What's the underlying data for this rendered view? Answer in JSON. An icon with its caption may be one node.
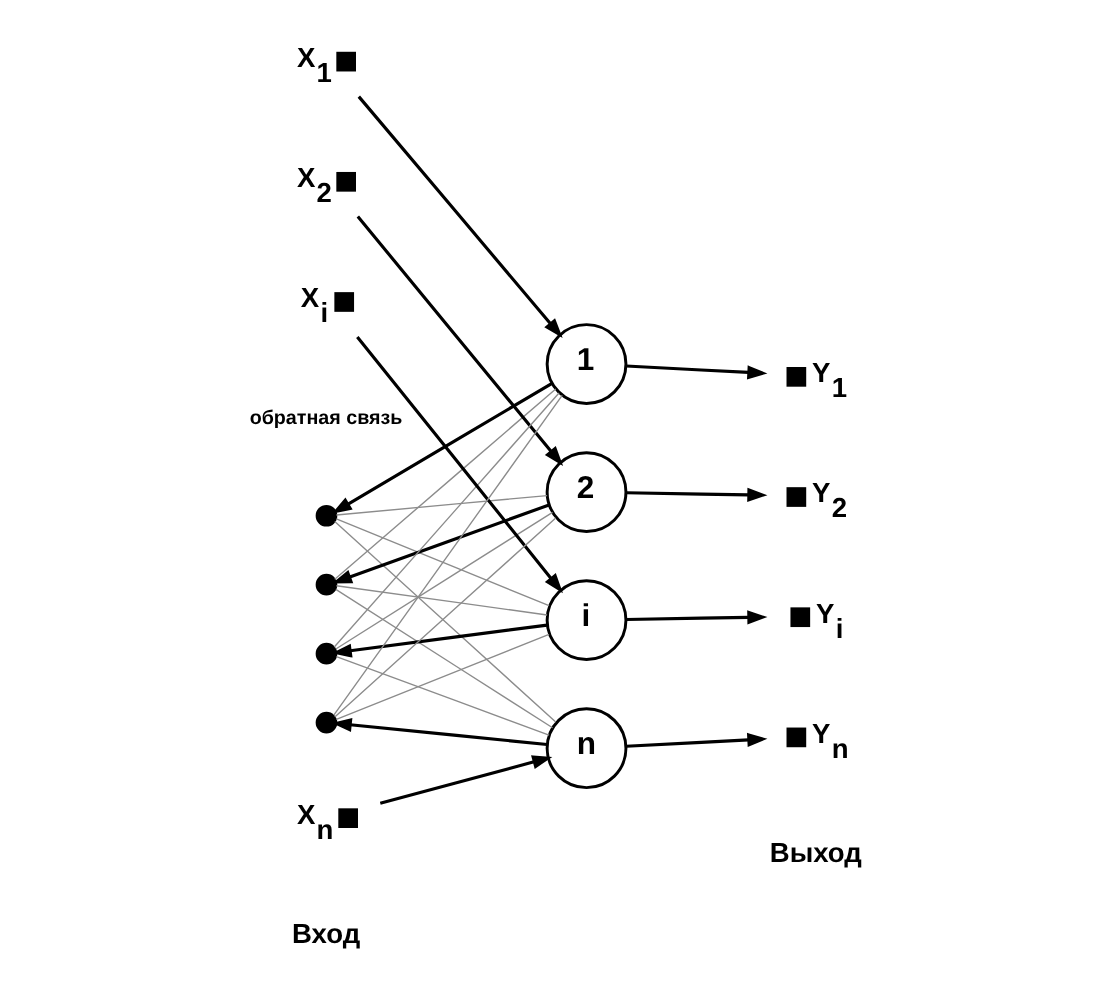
{
  "diagram": {
    "nodes": [
      {
        "text": [],
        "shape": "circle"
      },
      {
        "text": [],
        "shape": "box",
        "beside": [
          "X$_{1}$"
        ]
      },
      {
        "text": [
          "1"
        ]
      },
      {
        "text": [],
        "shape": "box",
        "beside": [
          "Y$_{1}$"
        ]
      },
      {
        "text": [],
        "shape": "circle"
      },
      {
        "text": [],
        "shape": "box",
        "beside": [
          "X$_{2}$"
        ]
      },
      {
        "text": [
          "2"
        ]
      },
      {
        "text": [],
        "shape": "box",
        "beside": [
          "Y$_{2}$"
        ]
      },
      {
        "text": [],
        "shape": "circle"
      },
      {
        "text": [],
        "shape": "box",
        "beside": [
          "X$_{i}$"
        ]
      },
      {
        "text": [
          "i"
        ]
      },
      {
        "text": [],
        "shape": "box",
        "beside": [
          "Y$_{i}$"
        ]
      },
      {
        "text": [],
        "shape": "circle"
      },
      {
        "text": [],
        "shape": "box",
        "beside": [
          "X$_{n}$"
        ]
      },
      {
        "text": [
          "n"
        ]
      },
      {
        "text": [],
        "shape": "box",
        "beside": [
          "Y$_{n}$"
        ]
      }
    ],
    "edges": [
      {
        "from": 1,
        "to": 2,
        "arrow": "to"
      },
      {
        "from": 2,
        "to": 3,
        "arrow": "to"
      },
      {
        "from": 2,
        "to": 0,
        "arrow": "to"
      },
      {
        "from": 5,
        "to": 6,
        "arrow": "to"
      },
      {
        "from": 6,
        "to": 7,
        "arrow": "to"
      },
      {
        "from": 6,
        "to": 4,
        "arrow": "to"
      },
      {
        "from": 9,
        "to": 10,
        "arrow": "to"
      },
      {
        "from": 10,
        "to": 11,
        "arrow": "to"
      },
      {
        "from": 10,
        "to": 8,
        "arrow": "to"
      },
      {
        "from": 13,
        "to": 14,
        "arrow": "to"
      },
      {
        "from": 14,
        "to": 15,
        "arrow": "to"
      },
      {
        "from": 14,
        "to": 12,
        "arrow": "to"
      },
      {
        "from": 0,
        "to": 6,
        "arrow": "none",
        "color": "#8c8c8c"
      },
      {
        "from": 0,
        "to": 10,
        "arrow": "none",
        "color": "#8c8c8c"
      },
      {
        "from": 0,
        "to": 14,
        "arrow": "none",
        "color": "#8c8c8c"
      },
      {
        "from": 4,
        "to": 2,
        "arrow": "none",
        "color": "#8c8c8c"
      },
      {
        "from": 4,
        "to": 10,
        "arrow": "none",
        "color": "#8c8c8c"
      },
      {
        "from": 4,
        "to": 14,
        "arrow": "none",
        "color": "#8c8c8c"
      },
      {
        "from": 8,
        "to": 2,
        "arrow": "none",
        "color": "#8c8c8c"
      },
      {
        "from": 8,
        "to": 6,
        "arrow": "none",
        "color": "#8c8c8c"
      },
      {
        "from": 8,
        "to": 14,
        "arrow": "none",
        "color": "#8c8c8c"
      },
      {
        "from": 12,
        "to": 2,
        "arrow": "none",
        "color": "#8c8c8c"
      },
      {
        "from": 12,
        "to": 6,
        "arrow": "none",
        "color": "#8c8c8c"
      },
      {
        "from": 12,
        "to": 10,
        "arrow": "none",
        "color": "#8c8c8c"
      }
    ],
    "labels": [
      "обратная связь",
      "Вход",
      "Выход"
    ]
  }
}
